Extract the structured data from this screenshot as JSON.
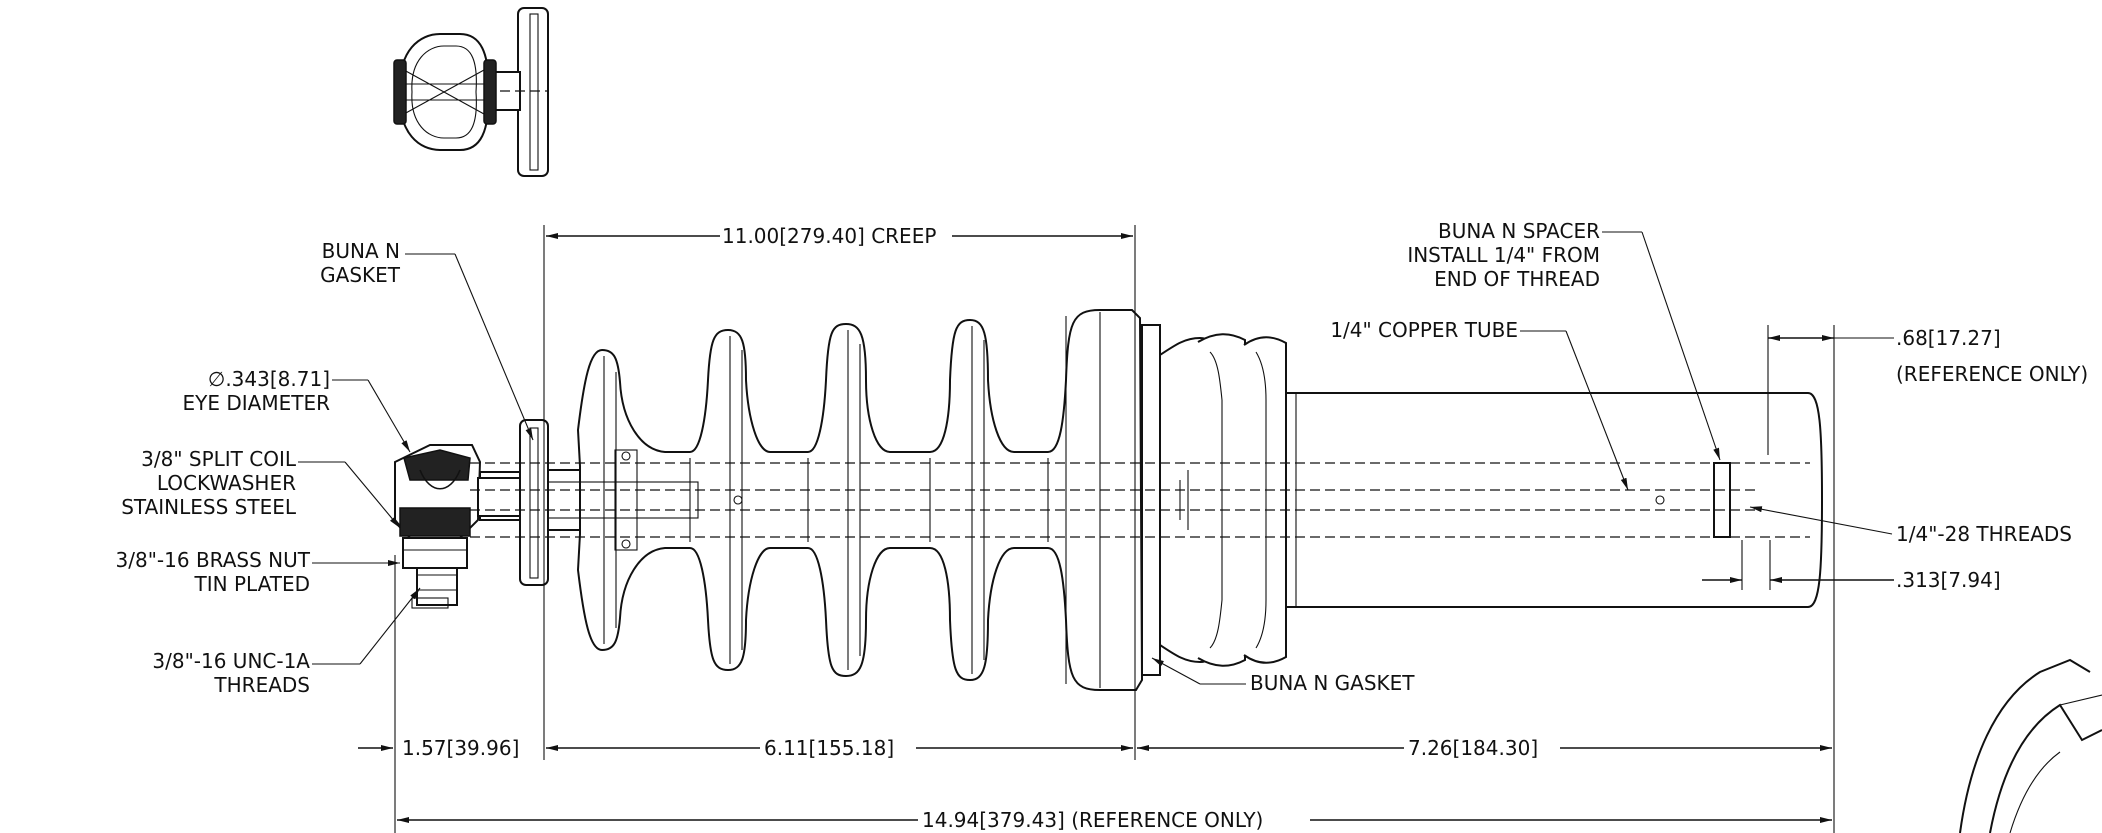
{
  "callouts": {
    "gasket_left": [
      "BUNA N",
      "GASKET"
    ],
    "eye_diameter": [
      "∅.343[8.71]",
      "EYE DIAMETER"
    ],
    "lockwasher": [
      "3/8\" SPLIT COIL",
      "LOCKWASHER",
      "STAINLESS STEEL"
    ],
    "brass_nut": [
      "3/8\"-16 BRASS NUT",
      "TIN PLATED"
    ],
    "unc_threads": [
      "3/8\"-16 UNC-1A",
      "THREADS"
    ],
    "spacer": [
      "BUNA N SPACER",
      "INSTALL 1/4\" FROM",
      "END OF THREAD"
    ],
    "copper_tube": "1/4\" COPPER TUBE",
    "threads_28": "1/4\"-28 THREADS",
    "gasket_bottom": "BUNA N GASKET"
  },
  "dimensions": {
    "creep": "11.00[279.40] CREEP",
    "stud_offset": ".68[17.27]",
    "stud_offset_note": "(REFERENCE ONLY)",
    "thread_width": ".313[7.94]",
    "eye_to_flange": "1.57[39.96]",
    "insulator_body": "6.11[155.18]",
    "tube_end": "7.26[184.30]",
    "overall": "14.94[379.43] (REFERENCE ONLY)"
  }
}
